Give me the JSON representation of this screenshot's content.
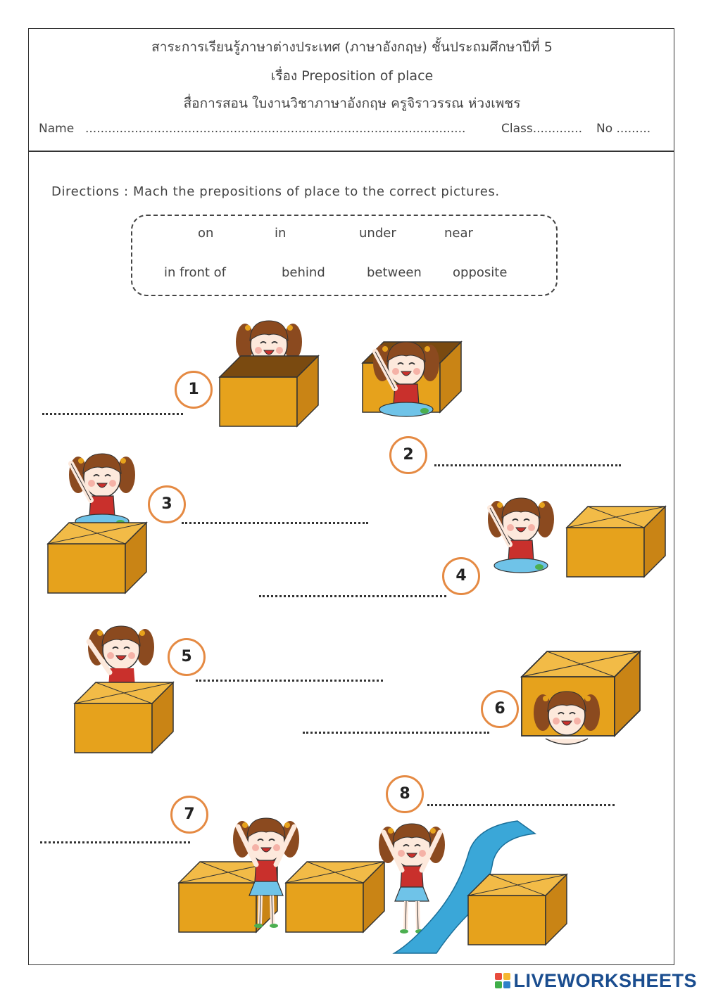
{
  "header": {
    "line1": "สาระการเรียนรู้ภาษาต่างประเทศ (ภาษาอังกฤษ)   ชั้นประถมศึกษาปีที่  5",
    "line2": "เรื่อง  Preposition  of  place",
    "line3": "สื่อการสอน  ใบงานวิชาภาษาอังกฤษ  ครูจิราวรรณ    ห่วงเพชร",
    "name_label": "Name",
    "name_dots": "....................................................................................................",
    "class_label": "Class.............",
    "no_label": "No  ........."
  },
  "directions": "Directions  :  Mach  the  prepositions  of  place  to  the  correct  pictures.",
  "word_bank": {
    "row1": [
      "on",
      "in",
      "under",
      "near"
    ],
    "row2": [
      "in  front  of",
      "behind",
      "between",
      "opposite"
    ]
  },
  "items": [
    {
      "number": "1",
      "answer": ""
    },
    {
      "number": "2",
      "answer": ""
    },
    {
      "number": "3",
      "answer": ""
    },
    {
      "number": "4",
      "answer": ""
    },
    {
      "number": "5",
      "answer": ""
    },
    {
      "number": "6",
      "answer": ""
    },
    {
      "number": "7",
      "answer": ""
    },
    {
      "number": "8",
      "answer": ""
    }
  ],
  "colors": {
    "box_front": "#e6a21c",
    "box_side": "#c98415",
    "box_top": "#f2bb47",
    "hair": "#8b4a1f",
    "shirt": "#c9302c",
    "circle_border": "#e58a43",
    "river": "#3aa7d8",
    "logo": "#1a4d8f"
  },
  "footer": {
    "logo_text": "LIVEWORKSHEETS"
  }
}
